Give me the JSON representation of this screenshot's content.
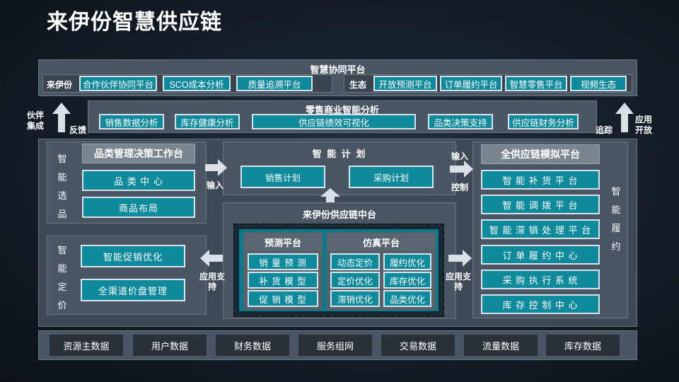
{
  "title": "来伊份智慧供应链",
  "top_platform": {
    "title": "智慧协同平台",
    "left_label": "来伊份",
    "left_items": [
      "合作伙伴协同平台",
      "SCO成本分析",
      "质量追溯平台"
    ],
    "right_label": "生态",
    "right_items": [
      "开放预测平台",
      "订单履约平台",
      "智慧零售平台",
      "视频生态"
    ]
  },
  "analytics": {
    "title": "零售商业智能分析",
    "items": [
      "销售数据分析",
      "库存健康分析",
      "供应链绩效可视化",
      "品类决策支持",
      "供应链财务分析"
    ]
  },
  "side_labels": {
    "left_top": "伙伴\n集成",
    "left_arrow": "反馈",
    "right_top": "应用\n开放",
    "right_arrow": "追踪"
  },
  "category_mgmt": {
    "vertical_label": "智能选品",
    "title": "品类管理决策工作台",
    "items": [
      "品 类 中 心",
      "商品布局"
    ]
  },
  "pricing": {
    "vertical_label": "智能定价",
    "items": [
      "智能促销优化",
      "全渠道价盘管理"
    ]
  },
  "planning": {
    "title": "智 能 计 划",
    "items": [
      "销售计划",
      "采购计划"
    ]
  },
  "middle": {
    "title": "来伊份供应链中台",
    "forecast": {
      "title": "预测平台",
      "items": [
        "销 量 预 测",
        "补 货 模 型",
        "促 销 模 型"
      ]
    },
    "simulation": {
      "title": "仿真平台",
      "items": [
        "动态定价",
        "履约优化",
        "定价优化",
        "库存优化",
        "滞销优化",
        "品类优化"
      ]
    }
  },
  "fulfillment": {
    "title": "全供应链模拟平台",
    "vertical_label": "智能履约",
    "items": [
      "智 能 补 货 平 台",
      "智 能 调 拨 平 台",
      "智 能 滞 销 处 理 平 台",
      "订 单 履 约 中 心",
      "采 购 执 行 系 统",
      "库 存 控 制 中 心"
    ]
  },
  "arrow_labels": {
    "input_left": "输入",
    "input_right": "输入",
    "control": "控制",
    "support_left": "应用支\n持",
    "support_right": "应用支\n持"
  },
  "data_layer": [
    "资源主数据",
    "用户数据",
    "财务数据",
    "服务组网",
    "交易数据",
    "流量数据",
    "库存数据"
  ],
  "colors": {
    "teal": "#0f8a9c",
    "panel": "#4a5663",
    "border": "#d9e4ea"
  }
}
